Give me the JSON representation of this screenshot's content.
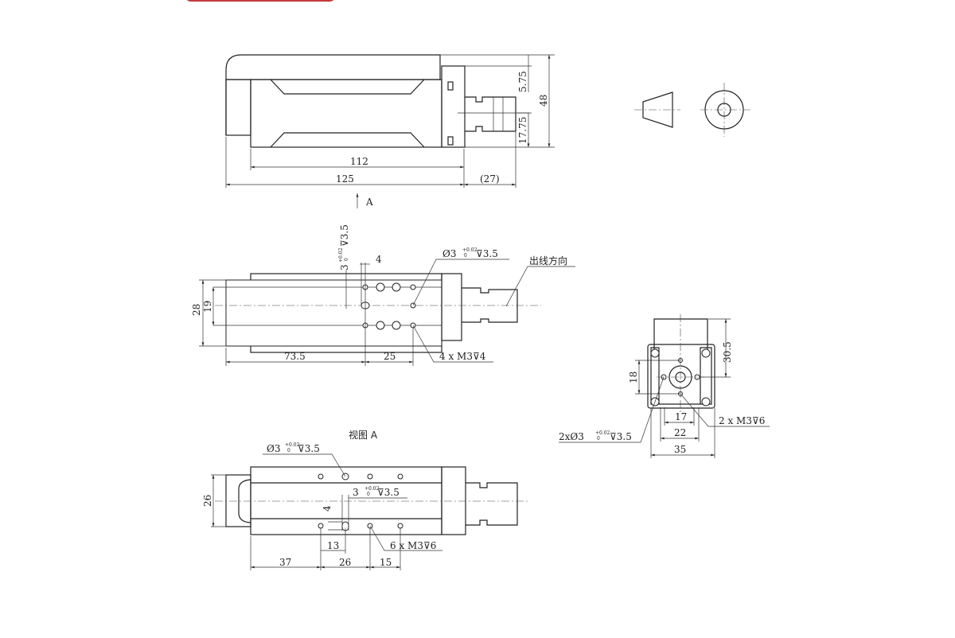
{
  "top_view": {
    "dim_112": "112",
    "dim_125": "125",
    "dim_27": "(27)",
    "dim_48": "48",
    "dim_5_75": "5.75",
    "dim_17_75": "17.75",
    "view_arrow": "A"
  },
  "plan_view": {
    "dim_28": "28",
    "dim_19": "19",
    "dim_73_5": "73.5",
    "dim_25": "25",
    "dim_4": "4",
    "callout_pin_hole": "Ø3",
    "callout_pin_depth": "⊽3.5",
    "callout_threads": "4 x M3⊽4",
    "callout_slot": "3",
    "callout_slot_depth": "⊽3.5",
    "cable_direction": "出线方向"
  },
  "tolerance": {
    "upper": "+0.02",
    "lower": "0"
  },
  "end_view": {
    "dim_30_5": "30.5",
    "dim_18": "18",
    "dim_17": "17",
    "dim_22": "22",
    "dim_35": "35",
    "callout_threads": "2 x M3⊽6",
    "callout_pin_prefix": "2xØ3",
    "callout_pin_depth": "⊽3.5"
  },
  "view_a": {
    "title": "视图 A",
    "dim_26h": "26",
    "dim_37": "37",
    "dim_26": "26",
    "dim_15": "15",
    "dim_13": "13",
    "dim_4": "4",
    "callout_pin_hole": "Ø3",
    "callout_pin_depth": "⊽3.5",
    "callout_slot": "3",
    "callout_slot_depth": "⊽3.5",
    "callout_threads": "6 x M3⊽6"
  }
}
